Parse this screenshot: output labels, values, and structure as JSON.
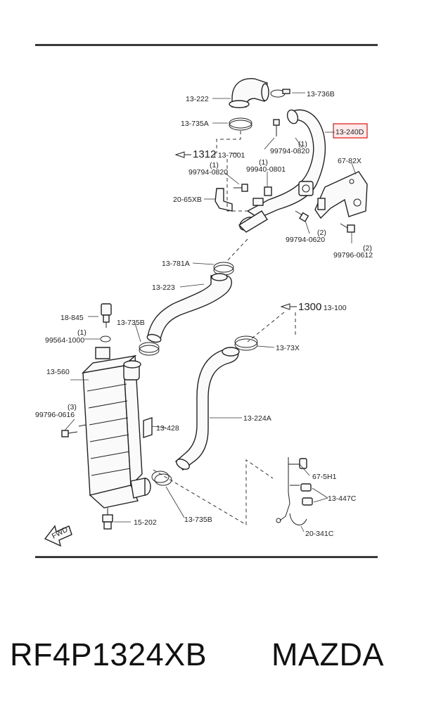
{
  "diagram": {
    "labels": {
      "l_13222": "13-222",
      "l_13736": "13-736B",
      "l_13735a": "13-735A",
      "l_13240d": "13-240D",
      "l_ref1312a": "1312",
      "l_ref1312b": "/ 13-7001",
      "l_q1a": "(1)",
      "l_99794a": "99794-0820",
      "l_q1b": "(1)",
      "l_99794b": "99794-0820",
      "l_q1c": "(1)",
      "l_99940": "99940-0801",
      "l_6782x": "67-82X",
      "l_2065xb": "20-65XB",
      "l_q2a": "(2)",
      "l_99794c": "99794-0620",
      "l_q2b": "(2)",
      "l_99796a": "99796-0612",
      "l_13781a": "13-781A",
      "l_13223": "13-223",
      "l_ref1300a": "1300",
      "l_ref1300b": "/ 13-100",
      "l_18845": "18-845",
      "l_13735b1": "13-735B",
      "l_q1d": "(1)",
      "l_99564": "99564-1000",
      "l_1373x": "13-73X",
      "l_13560": "13-560",
      "l_q3": "(3)",
      "l_99796b": "99796-0616",
      "l_13428": "13-428",
      "l_13224a": "13-224A",
      "l_675h1": "67-5H1",
      "l_13447c": "13-447C",
      "l_15202": "15-202",
      "l_13735b2": "13-735B",
      "l_20341c": "20-341C",
      "l_fwd": "FWD"
    }
  },
  "footer": {
    "part_number": "RF4P1324XB",
    "brand": "MAZDA"
  }
}
